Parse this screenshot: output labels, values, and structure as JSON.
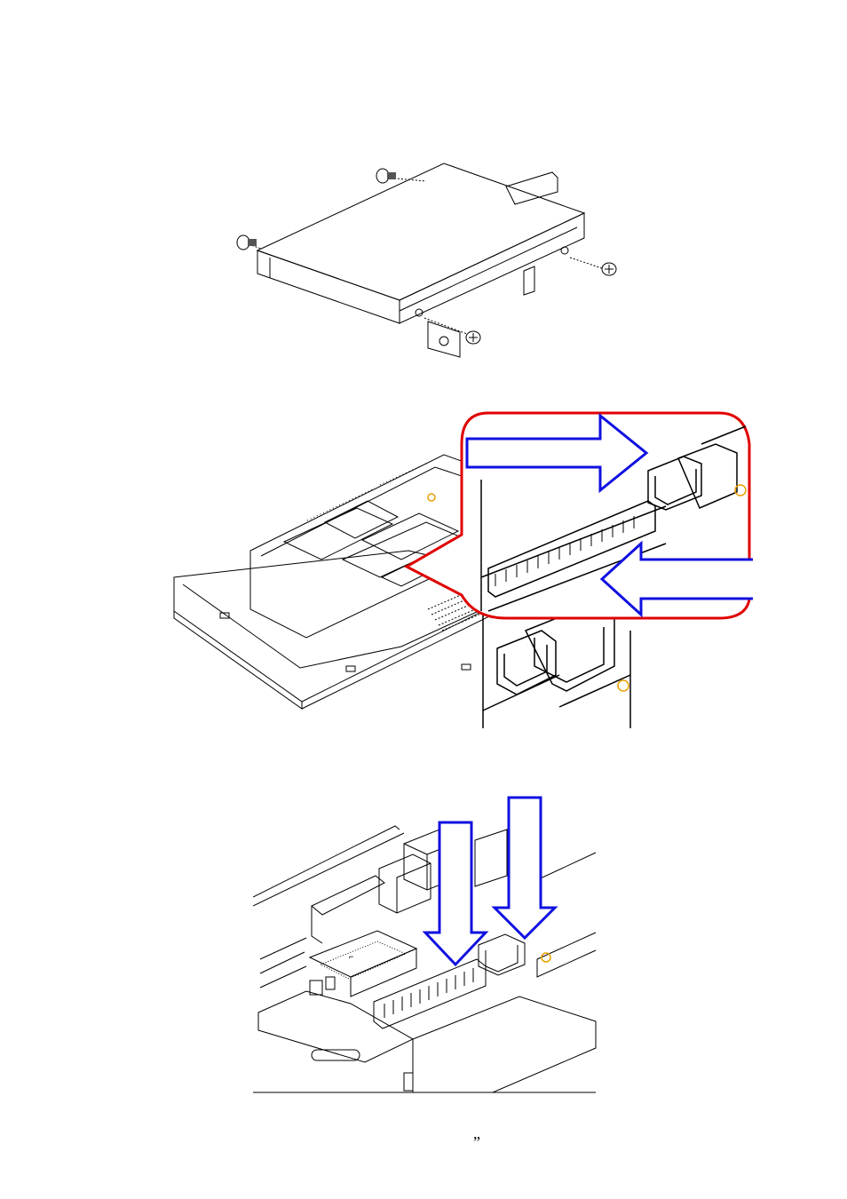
{
  "page": {
    "footer_mark": "”"
  },
  "colors": {
    "line": "#000000",
    "arrow_blue": "#1010e0",
    "callout_red": "#e00000",
    "pin_orange": "#e8a000"
  },
  "figures": {
    "fig1": {
      "subject": "hdd-bracket-with-screws",
      "screw_count": 4
    },
    "fig2": {
      "subject": "chassis-with-connector-callout",
      "arrow_count": 2
    },
    "fig3": {
      "subject": "board-connector-insertion",
      "arrow_count": 2
    }
  }
}
